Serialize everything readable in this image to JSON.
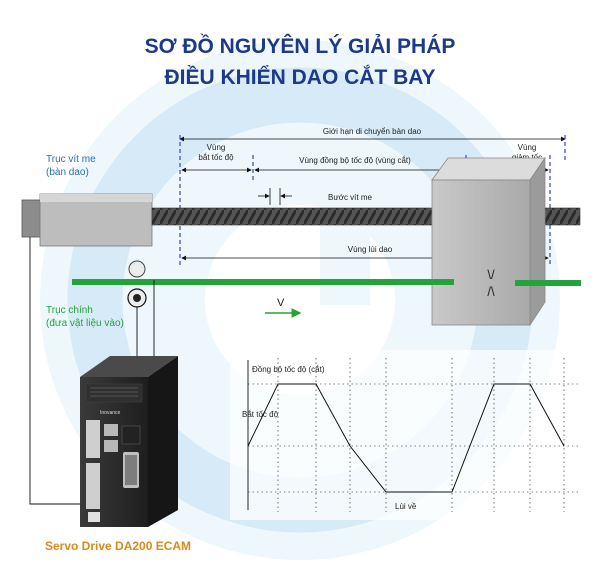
{
  "title": {
    "line1": "SƠ ĐỒ NGUYÊN LÝ GIẢI PHÁP",
    "line2": "ĐIỀU KHIỂN DAO CẮT BAY"
  },
  "labels": {
    "travel_limit": "Giới hạn di chuyển bàn dao",
    "accel_zone_1": "Vùng",
    "accel_zone_2": "bắt tốc độ",
    "sync_zone": "Vùng đồng bộ tốc độ (vùng cắt)",
    "decel_zone_1": "Vùng",
    "decel_zone_2": "giảm tốc",
    "screw_pitch": "Bước vít me",
    "return_zone": "Vùng lùi dao",
    "ball_screw_1": "Trục vít me",
    "ball_screw_2": "(bàn dao)",
    "main_shaft_1": "Trục chính",
    "main_shaft_2": "(đưa vật liệu vào)",
    "velocity": "V",
    "speed_sync": "Đồng bộ tốc độ (cắt)",
    "accelerate": "Bắt tốc độ",
    "return": "Lùi về",
    "servo_caption": "Servo Drive DA200 ECAM",
    "drive_brand": "Inovance"
  },
  "colors": {
    "title": "#1d3a8a",
    "accent_blue": "#2a6fb5",
    "dash_blue": "#3344cc",
    "green": "#23a339",
    "caption": "#d98a1a",
    "background_watermark": "#e6f2fa"
  }
}
